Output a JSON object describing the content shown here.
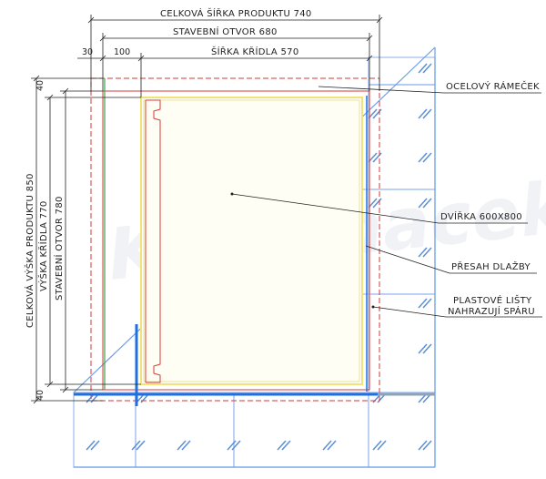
{
  "dimensions": {
    "total_width": "CELKOVÁ ŠÍŘKA PRODUKTU   740",
    "opening_width": "STAVEBNÍ OTVOR   680",
    "door_width": "ŠÍŘKA KŘÍDLA   570",
    "left_frame": "30",
    "left_offset": "100",
    "total_height": "CELKOVÁ VÝŠKA PRODUKTU   850",
    "door_height": "VÝŠKA KŘÍDLA   770",
    "opening_height": "STAVEBNÍ OTVOR   780",
    "top_frame": "40",
    "bottom_frame": "40"
  },
  "callouts": {
    "steel_frame": "OCELOVÝ RÁMEČEK",
    "door": "DVÍŘKA 600X800",
    "tile_overlap": "PŘESAH DLAŽBY",
    "plastic_strips_line1": "PLASTOVÉ LIŠTY",
    "plastic_strips_line2": "NAHRAZUJÍ SPÁRU"
  },
  "watermark": "Kupelnacek",
  "colors": {
    "glass": "#5b8fd6",
    "frame_red": "#d63a3a",
    "frame_green": "#3aa845",
    "door_yellow": "#f2e27a",
    "accent_blue": "#1f6fe0",
    "dim_line": "#222222"
  }
}
